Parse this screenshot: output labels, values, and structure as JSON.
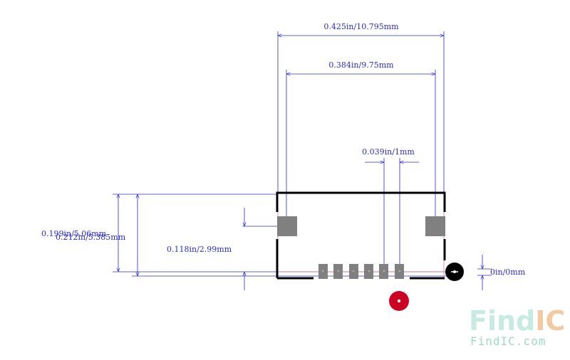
{
  "dimensions": {
    "overall_width": "0.425in/10.795mm",
    "pad_span": "0.384in/9.75mm",
    "pin_pitch": "0.039in/1mm",
    "height_left": "0.199in/5.06mm",
    "height_left_overlap": "0.212in/5.385mm",
    "pad_offset": "0.118in/2.99mm",
    "origin_offset": "0in/0mm"
  },
  "watermark": {
    "logo_part1": "Find",
    "logo_part2": "IC",
    "url": "FindIC.com"
  },
  "colors": {
    "dimension": "#2b2bcc",
    "outline": "#000000",
    "pad": "#808080",
    "pin1_marker": "#cc0022",
    "origin_marker": "#000000",
    "watermark_teal": "#9fd8cc",
    "watermark_orange": "#f2c9a0"
  }
}
